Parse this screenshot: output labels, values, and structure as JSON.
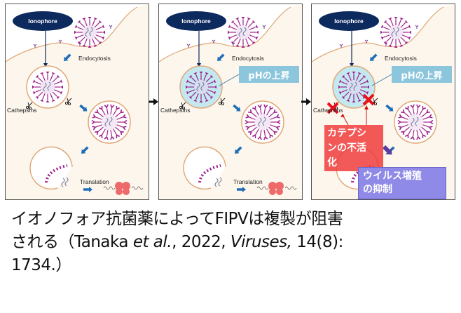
{
  "diagram": {
    "panels": [
      {
        "id": "normal",
        "ionophore_label": "Ionophore",
        "endocytosis_label": "Endocytosis",
        "cathepsins_label": "Cathepsins",
        "translation_label": "Translation"
      },
      {
        "id": "ph-rise",
        "ionophore_label": "Ionophore",
        "endocytosis_label": "Endocytosis",
        "cathepsins_label": "Cathepsins",
        "translation_label": "Translation",
        "ph_label": "pHの上昇"
      },
      {
        "id": "inhibited",
        "ionophore_label": "Ionophore",
        "endocytosis_label": "Endocytosis",
        "cathepsins_label": "Cathepsins",
        "ph_label": "pHの上昇",
        "cathepsin_inactivation_label": [
          "カテプシ",
          "ンの不活",
          "化"
        ],
        "virus_suppression_label": [
          "ウイルス増殖",
          "の抑制"
        ]
      }
    ],
    "colors": {
      "ionophore": "#0d2a5e",
      "ph_box": "#8cc6dc",
      "red_box": "#f03c3c",
      "purple_box": "#8f8ae8",
      "membrane": "#e0a878",
      "spike": "#a0208c",
      "flow_arrow": "#1e6fb8",
      "cytoplasm": "#fdf6ec"
    }
  },
  "caption": {
    "line1": "イオノフォア抗菌薬によってFIPVは複製が阻害",
    "line2_prefix": "される（Tanaka ",
    "line2_etal": "et al.",
    "line2_mid": ", 2022, ",
    "line2_journal": "Viruses,",
    "line2_suffix": " 14(8):",
    "line3": "1734.）"
  }
}
